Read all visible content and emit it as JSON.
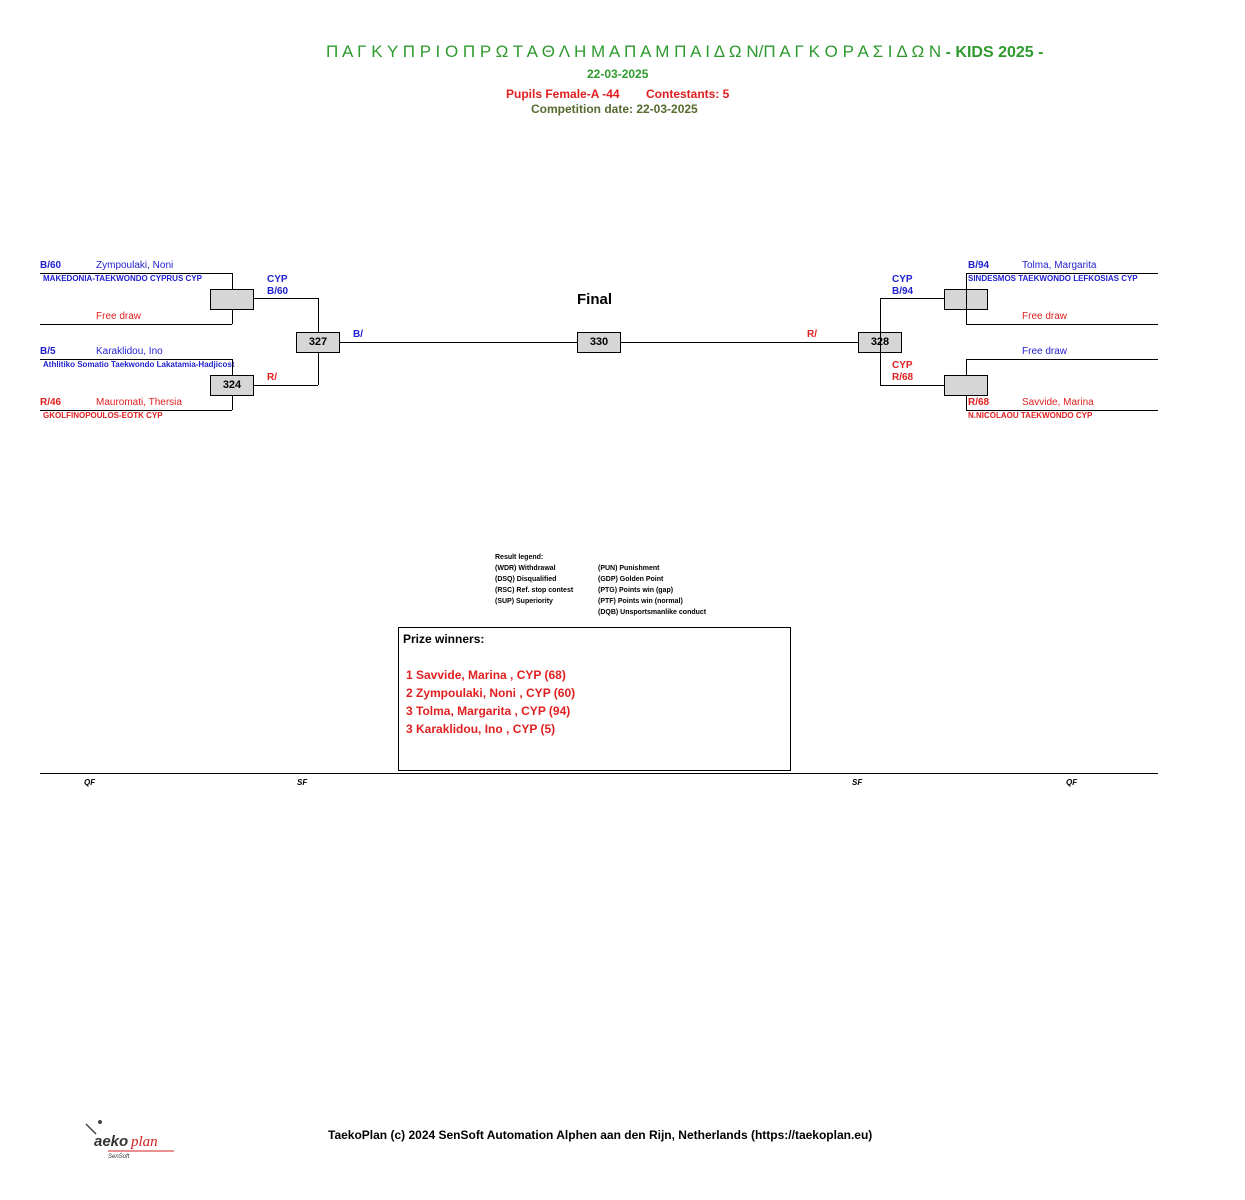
{
  "header": {
    "title_greek": "Π Α Γ Κ Υ Π Ρ Ι Ο Π Ρ Ω Τ Α Θ Λ Η Μ Α Π Α Μ Π Α Ι Δ Ω Ν/Π Α Γ Κ Ο Ρ Α Σ Ι Δ Ω Ν",
    "title_suffix": " - KIDS 2025 -",
    "date": "22-03-2025",
    "category": "Pupils Female-A -44",
    "contestants": "Contestants: 5",
    "competition_date": "Competition date: 22-03-2025"
  },
  "bracket": {
    "final_label": "Final",
    "matches": {
      "m324": "324",
      "m327": "327",
      "m330": "330",
      "m328": "328"
    },
    "left": {
      "p1": {
        "seed": "B/60",
        "name": "Zympoulaki, Noni",
        "club": "MAKEDONIA-TAEKWONDO  CYPRUS CYP"
      },
      "p1_free": "Free draw",
      "p1_adv_country": "CYP",
      "p1_adv_seed": "B/60",
      "p2": {
        "seed": "B/5",
        "name": "Karaklidou, Ino",
        "club": "Athlitiko Somatio Taekwondo Lakatamia-Hadjicost"
      },
      "p3": {
        "seed": "R/46",
        "name": "Mauromati, Thersia",
        "club": "GKOLFINOPOULOS-EOTK CYP"
      },
      "m324_result": "R/",
      "m327_result": "B/"
    },
    "right": {
      "p1": {
        "seed": "B/94",
        "name": "Tolma, Margarita",
        "club": "SINDESMOS TAEKWONDO LEFKOSIAS CYP"
      },
      "p1_free": "Free draw",
      "p1_adv_country": "CYP",
      "p1_adv_seed": "B/94",
      "p2_free": "Free draw",
      "p3": {
        "seed": "R/68",
        "name": "Savvide, Marina",
        "club": "N.NICOLAOU TAEKWONDO CYP"
      },
      "p3_adv_country": "CYP",
      "p3_adv_seed": "R/68",
      "m328_result": "R/"
    }
  },
  "legend": {
    "title": "Result legend:",
    "left_items": [
      "(WDR) Withdrawal",
      "(DSQ) Disqualified",
      "(RSC) Ref. stop contest",
      "(SUP) Superiority"
    ],
    "right_items": [
      "(PUN) Punishment",
      "(GDP) Golden Point",
      "(PTG) Points win (gap)",
      "(PTF) Points win (normal)",
      "(DQB) Unsportsmanlike conduct"
    ]
  },
  "prizes": {
    "title": "Prize winners:",
    "items": [
      "1 Savvide, Marina , CYP (68)",
      "2 Zympoulaki, Noni , CYP (60)",
      "3 Tolma, Margarita , CYP (94)",
      "3 Karaklidou, Ino , CYP (5)"
    ]
  },
  "rounds": {
    "qf_left": "QF",
    "sf_left": "SF",
    "sf_right": "SF",
    "qf_right": "QF"
  },
  "footer": {
    "text": "TaekoPlan (c) 2024 SenSoft Automation Alphen aan den Rijn, Netherlands (https://taekoplan.eu)",
    "logo_text": "Taekoplan",
    "logo_sub": "SenSoft"
  },
  "colors": {
    "green": "#2e9a2e",
    "red": "#e02020",
    "blue": "#1f1fd0",
    "olive": "#556b2f"
  }
}
